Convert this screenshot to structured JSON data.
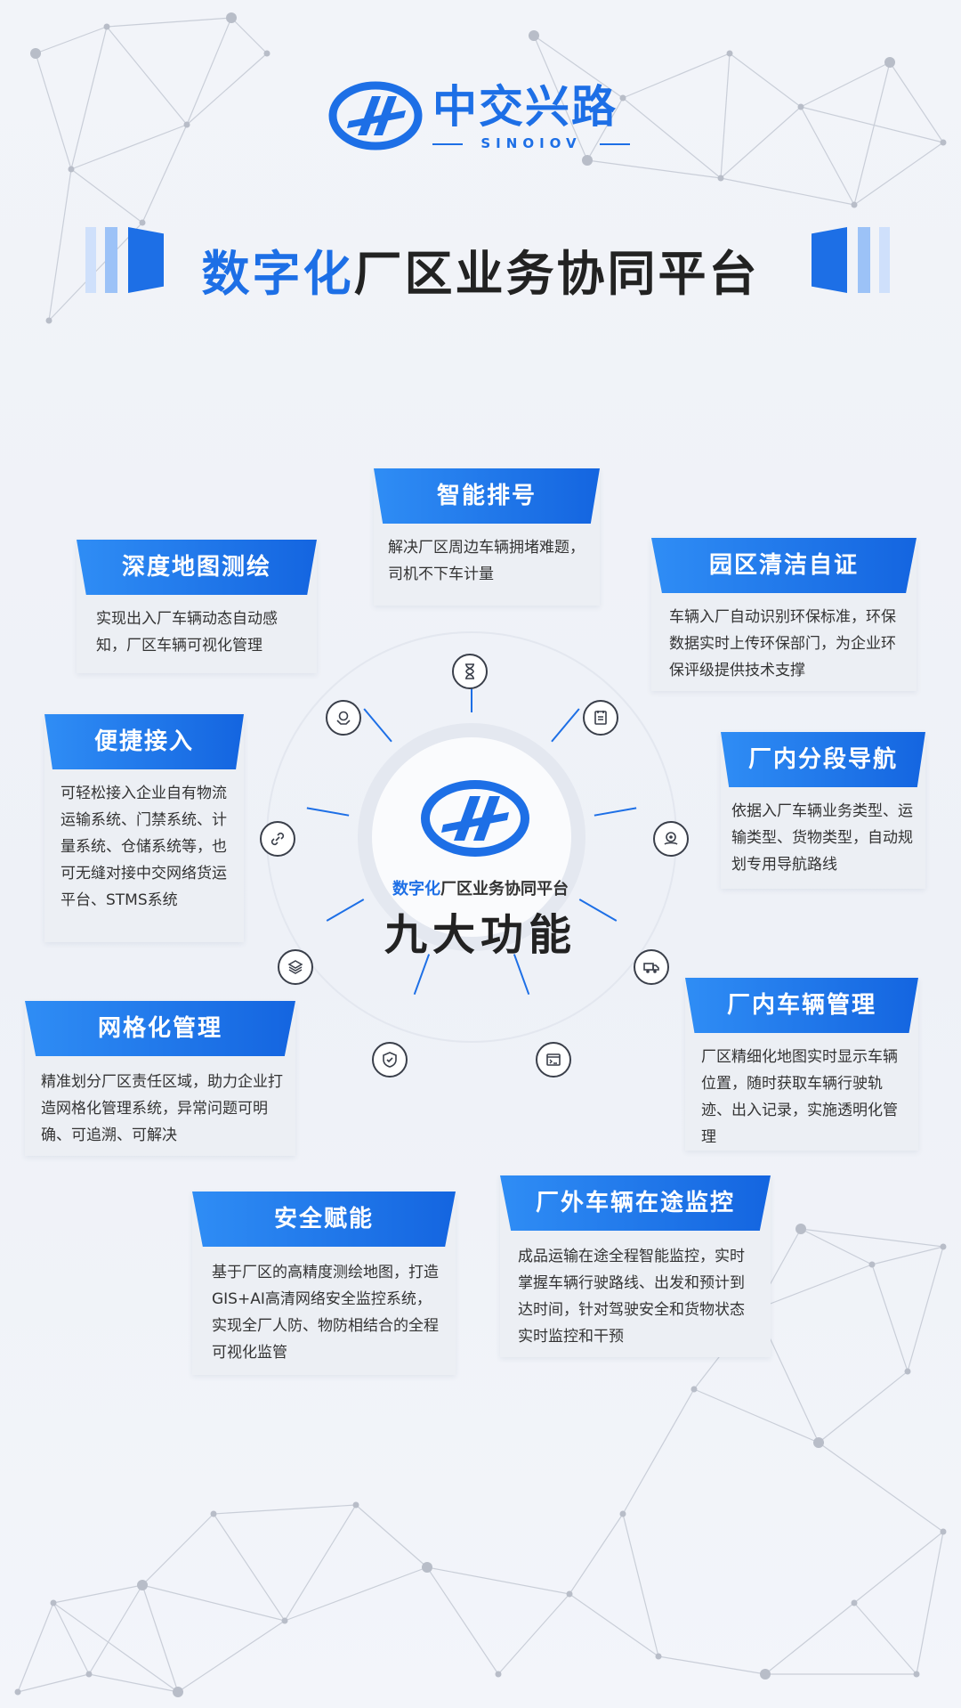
{
  "brand": {
    "name": "中交兴路",
    "sub": "SINOIOV"
  },
  "title": {
    "highlight": "数字化",
    "rest": "厂区业务协同平台"
  },
  "center": {
    "sub_highlight": "数字化",
    "sub_rest": "厂区业务协同平台",
    "main": "九大功能"
  },
  "colors": {
    "accent": "#1d6fe6",
    "card_bg": "#eceff4",
    "text": "#333333"
  },
  "features": [
    {
      "id": "zhinengpaihao",
      "title": "智能排号",
      "desc": "解决厂区周边车辆拥堵难题，司机不下车计量",
      "icon": "hourglass-icon"
    },
    {
      "id": "yuanqu",
      "title": "园区清洁自证",
      "desc": "车辆入厂自动识别环保标准，环保数据实时上传环保部门，为企业环保评级提供技术支撑",
      "icon": "document-icon"
    },
    {
      "id": "fenduan",
      "title": "厂内分段导航",
      "desc": "依据入厂车辆业务类型、运输类型、货物类型，自动规划专用导航路线",
      "icon": "location-icon"
    },
    {
      "id": "changnei",
      "title": "厂内车辆管理",
      "desc": "厂区精细化地图实时显示车辆位置，随时获取车辆行驶轨迹、出入记录，实施透明化管理",
      "icon": "truck-icon"
    },
    {
      "id": "changwai",
      "title": "厂外车辆在途监控",
      "desc": "成品运输在途全程智能监控，实时掌握车辆行驶路线、出发和预计到达时间，针对驾驶安全和货物状态实时监控和干预",
      "icon": "monitor-icon"
    },
    {
      "id": "anquan",
      "title": "安全赋能",
      "desc": "基于厂区的高精度测绘地图，打造GIS+AI高清网络安全监控系统，实现全厂人防、物防相结合的全程可视化监管",
      "icon": "shield-icon"
    },
    {
      "id": "wangge",
      "title": "网格化管理",
      "desc": "精准划分厂区责任区域，助力企业打造网格化管理系统，异常问题可明确、可追溯、可解决",
      "icon": "layers-icon"
    },
    {
      "id": "bianjie",
      "title": "便捷接入",
      "desc": "可轻松接入企业自有物流运输系统、门禁系统、计量系统、仓储系统等，也可无缝对接中交网络货运平台、STMS系统",
      "icon": "link-icon"
    },
    {
      "id": "shendu",
      "title": "深度地图测绘",
      "desc": "实现出入厂车辆动态自动感知，厂区车辆可视化管理",
      "icon": "map-pin-icon"
    }
  ]
}
